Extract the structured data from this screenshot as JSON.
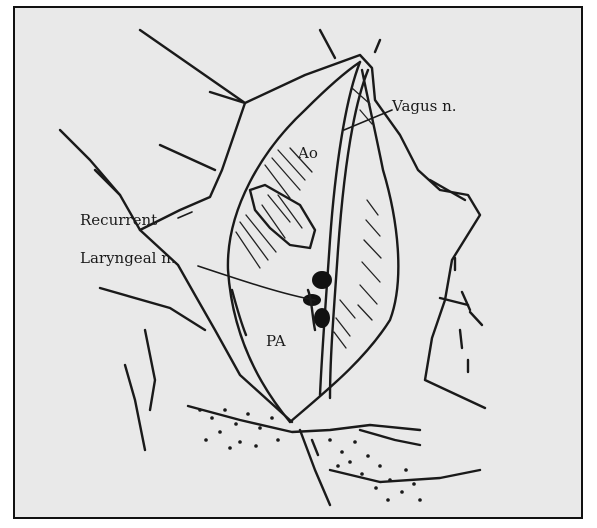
{
  "labels": {
    "vagus": "Vagus n.",
    "ao": "Ao",
    "recurrent": "Recurrent",
    "laryngeal": "Laryngeal n.",
    "pa": "PA"
  },
  "colors": {
    "background": "#e9e9e9",
    "ink": "#1a1a1a",
    "page": "#ffffff"
  }
}
